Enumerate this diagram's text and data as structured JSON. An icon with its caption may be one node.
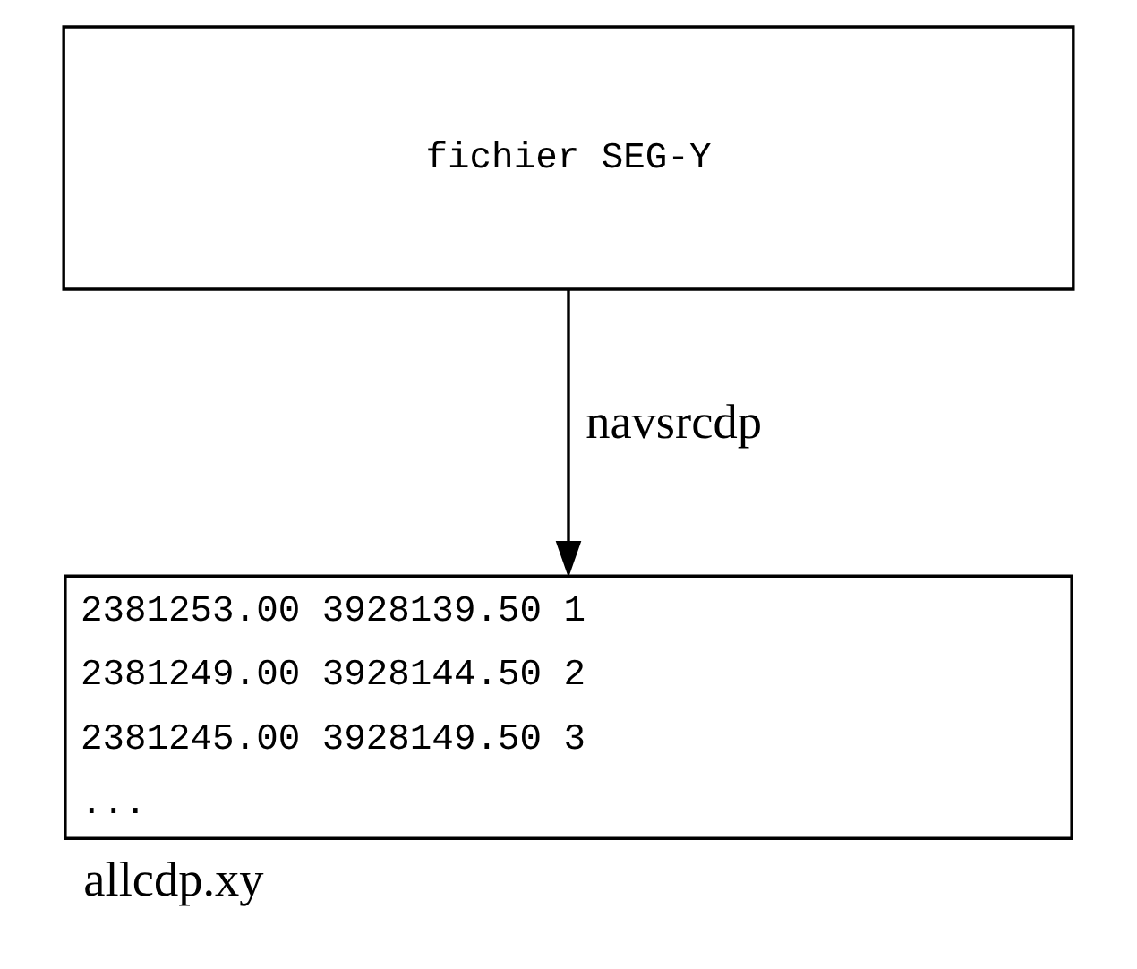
{
  "diagram": {
    "nodes": [
      {
        "text": [
          "fichier SEG-Y"
        ]
      },
      {
        "text": [
          "2381253.00 3928139.50 1",
          "2381249.00 3928144.50 2",
          "2381245.00 3928149.50 3",
          "..."
        ],
        "beside": [
          "allcdp.xy"
        ]
      }
    ],
    "edges": [
      {
        "from": 0,
        "to": 1,
        "label": "navsrcdp",
        "arrow": "to"
      }
    ]
  }
}
